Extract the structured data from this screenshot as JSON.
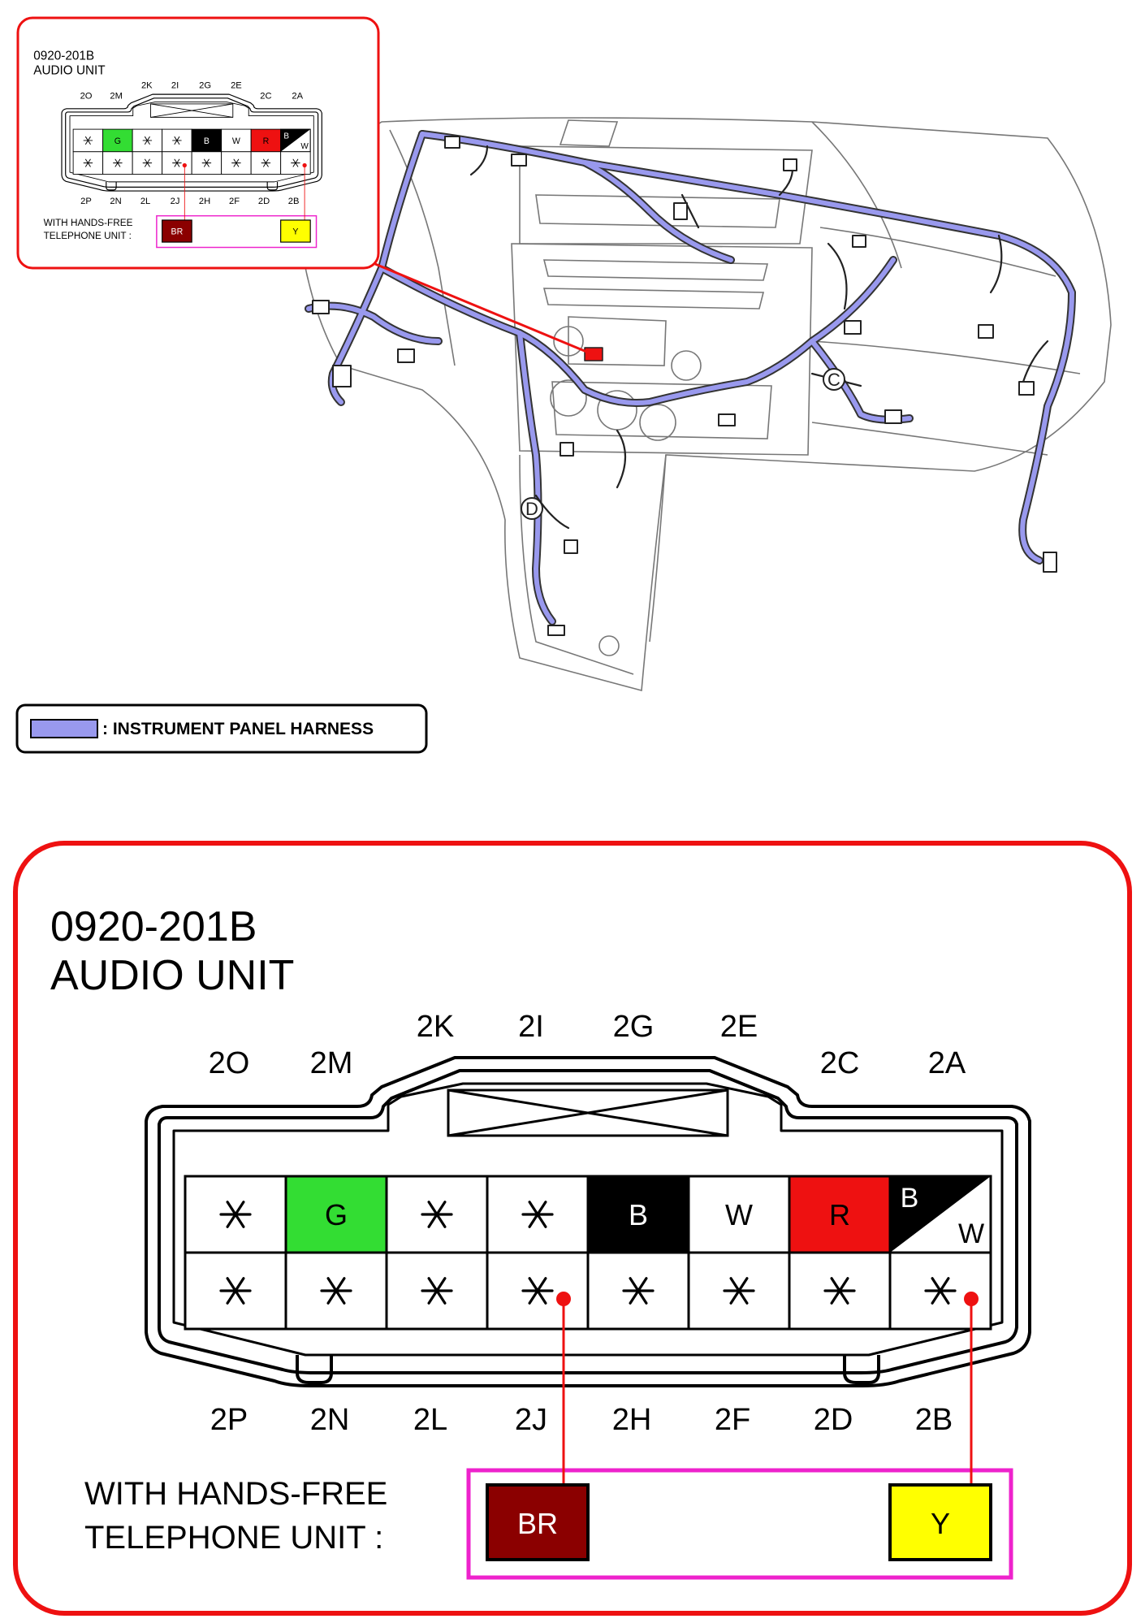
{
  "connector": {
    "code": "0920-201B",
    "name": "AUDIO UNIT",
    "top_labels_outer": [
      "2O",
      "2M",
      "2C",
      "2A"
    ],
    "top_labels_inner": [
      "2K",
      "2I",
      "2G",
      "2E"
    ],
    "bottom_labels": [
      "2P",
      "2N",
      "2L",
      "2J",
      "2H",
      "2F",
      "2D",
      "2B"
    ],
    "row1": [
      {
        "label": "*",
        "color": "#ffffff",
        "text_color": "#000000"
      },
      {
        "label": "G",
        "color": "#33dd33",
        "text_color": "#000000"
      },
      {
        "label": "*",
        "color": "#ffffff",
        "text_color": "#000000"
      },
      {
        "label": "*",
        "color": "#ffffff",
        "text_color": "#000000"
      },
      {
        "label": "B",
        "color": "#000000",
        "text_color": "#ffffff"
      },
      {
        "label": "W",
        "color": "#ffffff",
        "text_color": "#000000"
      },
      {
        "label": "R",
        "color": "#ee1111",
        "text_color": "#000000"
      },
      {
        "label": "B",
        "label2": "W",
        "color": "split",
        "text_color": "#ffffff",
        "text_color2": "#000000"
      }
    ],
    "row2": [
      "*",
      "*",
      "*",
      "*",
      "*",
      "*",
      "*",
      "*"
    ],
    "option_label_line1": "WITH  HANDS-FREE",
    "option_label_line2": "TELEPHONE UNIT :",
    "option_wires": [
      {
        "label": "BR",
        "color": "#8b0000",
        "text_color": "#ffffff",
        "pin": "2J"
      },
      {
        "label": "Y",
        "color": "#ffff00",
        "text_color": "#000000",
        "pin": "2B"
      }
    ]
  },
  "legend": {
    "label": ": INSTRUMENT PANEL HARNESS",
    "swatch_color": "#9999ee"
  },
  "callouts": [
    "C",
    "D"
  ],
  "colors": {
    "frame_red": "#ee1111",
    "option_magenta": "#ee22cc",
    "harness": "#9999ee"
  }
}
